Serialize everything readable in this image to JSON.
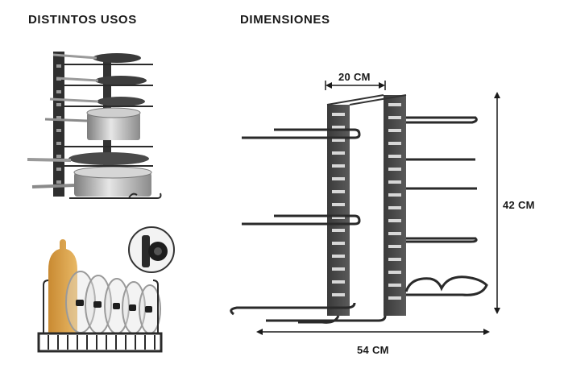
{
  "headings": {
    "left": "DISTINTOS USOS",
    "right": "DIMENSIONES"
  },
  "dimensions": {
    "width": "20 CM",
    "height": "42 CM",
    "length": "54 CM"
  },
  "colors": {
    "rack": "#2b2b2b",
    "wood": "#d9a14a",
    "steel": "#b8b8b8"
  }
}
